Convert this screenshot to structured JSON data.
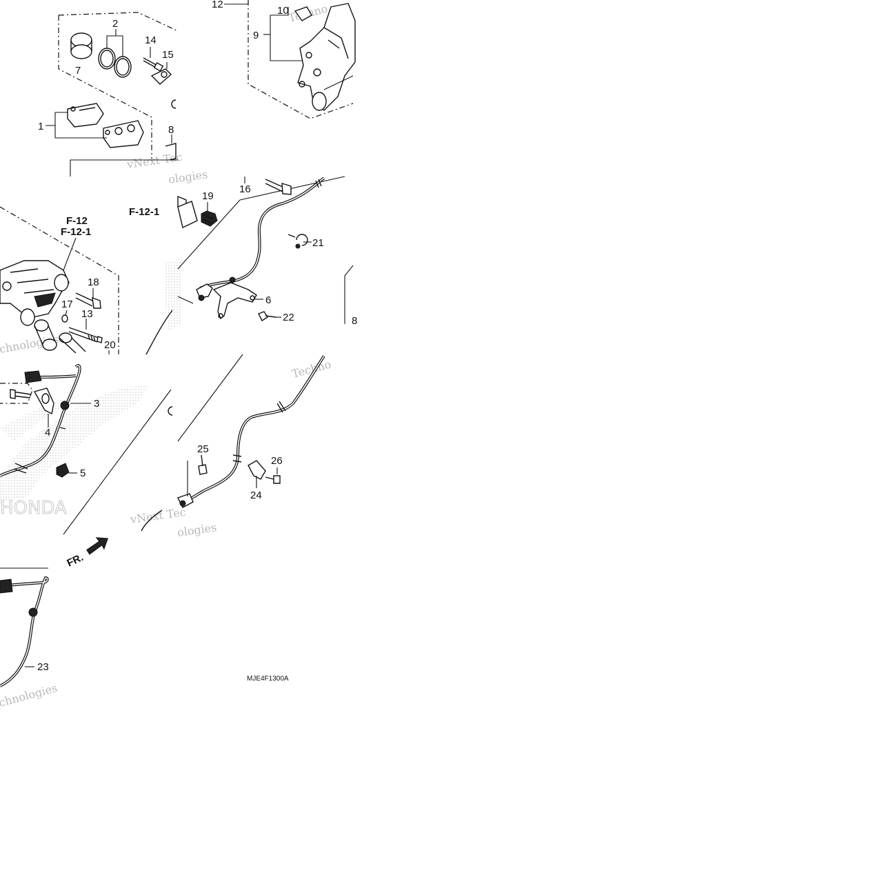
{
  "diagram": {
    "code": "MJE4F1300A",
    "refs": {
      "f12": "F-12",
      "f121": "F-12-1",
      "f121b": "F-12-1"
    },
    "front_label": "FR.",
    "logo_text": "HONDA",
    "watermarks": [
      "vNext Tec",
      "ologies",
      "Techno",
      "chnologies",
      "vNext Tec",
      "ologies",
      "Techno",
      "chnologies"
    ],
    "callouts": [
      "1",
      "2",
      "3",
      "4",
      "5",
      "6",
      "7",
      "8",
      "9",
      "10",
      "12",
      "13",
      "14",
      "15",
      "16",
      "17",
      "18",
      "19",
      "20",
      "21",
      "22",
      "23",
      "24",
      "25",
      "26"
    ]
  }
}
